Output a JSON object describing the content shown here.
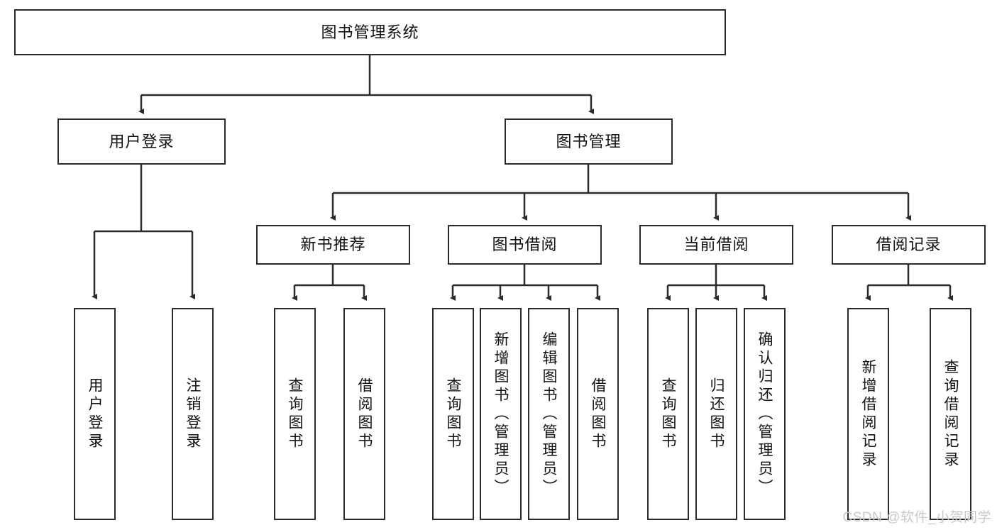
{
  "diagram": {
    "title": "图书管理系统",
    "watermark": "CSDN @软件_小贺同学",
    "colors": {
      "box_border": "#2b2b2b",
      "box_fill": "#ffffff",
      "edge": "#2b2b2b",
      "text": "#111111",
      "watermark": "#c9c9c9"
    },
    "root": {
      "label": "图书管理系统"
    },
    "level2": [
      {
        "label": "用户登录"
      },
      {
        "label": "图书管理"
      }
    ],
    "level3": [
      {
        "label": "新书推荐"
      },
      {
        "label": "图书借阅"
      },
      {
        "label": "当前借阅"
      },
      {
        "label": "借阅记录"
      }
    ],
    "leaves": {
      "user_login": [
        {
          "label": "用户登录"
        },
        {
          "label": "注销登录"
        }
      ],
      "new_book_recommend": [
        {
          "label": "查询图书"
        },
        {
          "label": "借阅图书"
        }
      ],
      "book_borrow": [
        {
          "label": "查询图书"
        },
        {
          "label": "新增图书（管理员）"
        },
        {
          "label": "编辑图书（管理员）"
        },
        {
          "label": "借阅图书"
        }
      ],
      "current_borrow": [
        {
          "label": "查询图书"
        },
        {
          "label": "归还图书"
        },
        {
          "label": "确认归还（管理员）"
        }
      ],
      "borrow_record": [
        {
          "label": "新增借阅记录"
        },
        {
          "label": "查询借阅记录"
        }
      ]
    }
  }
}
